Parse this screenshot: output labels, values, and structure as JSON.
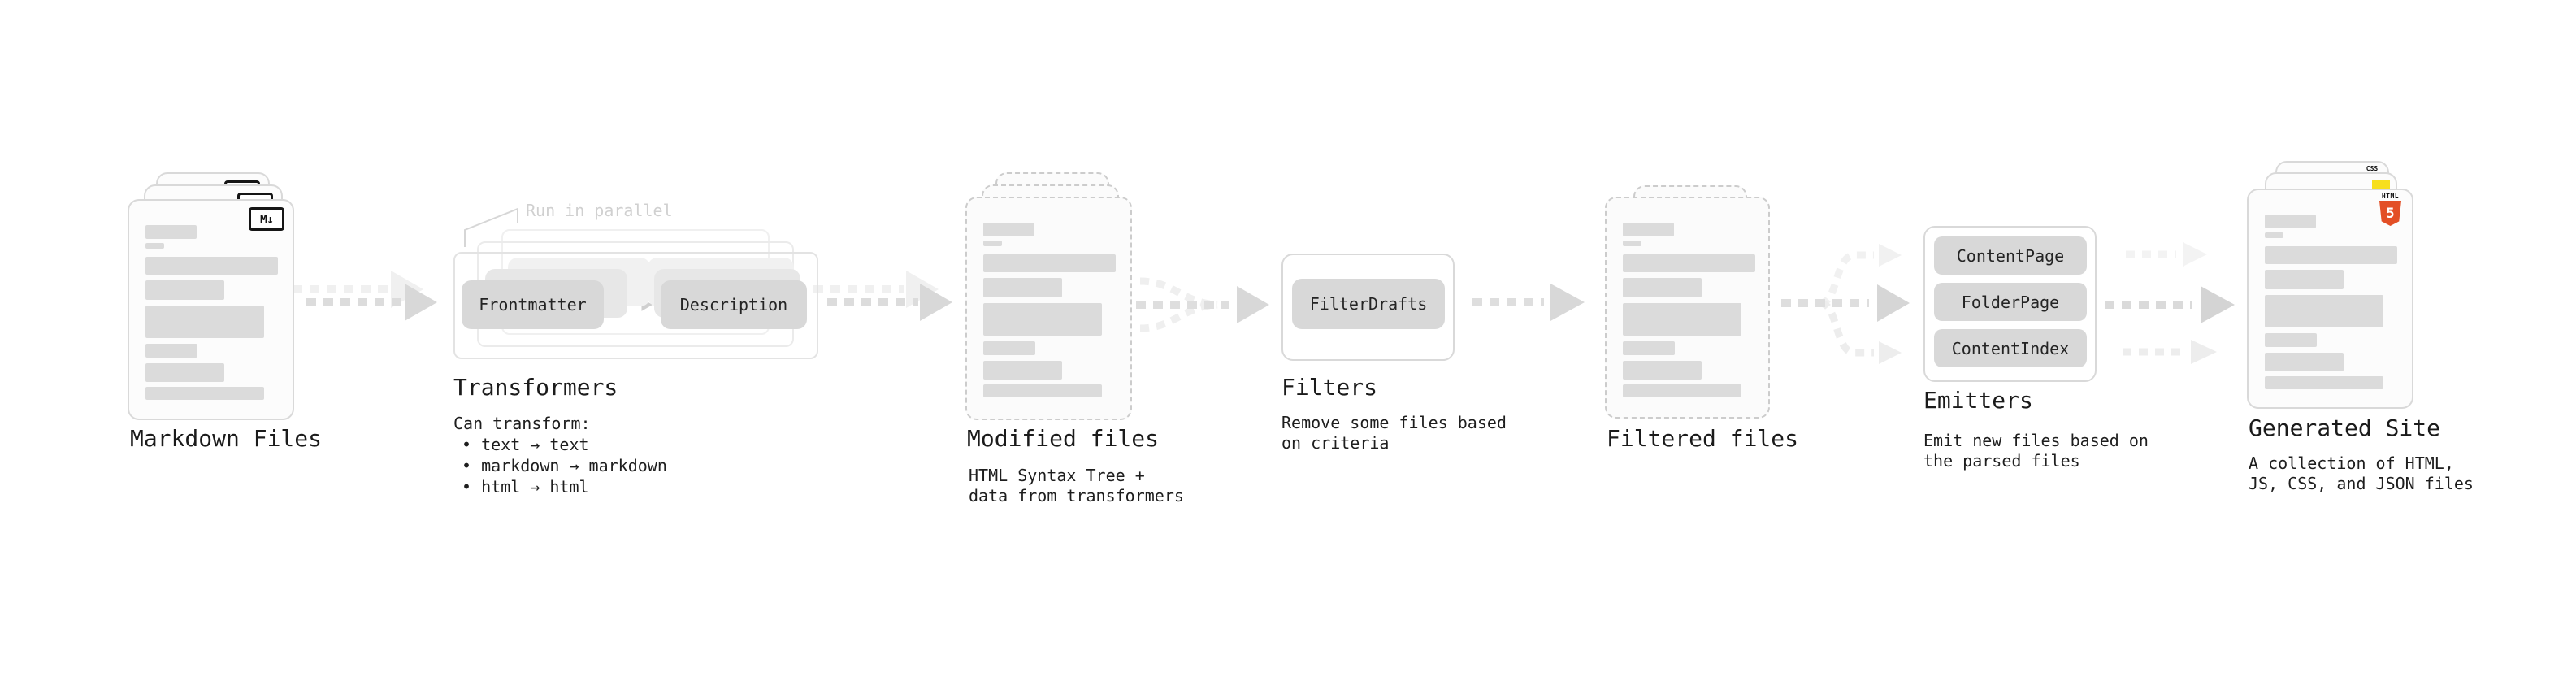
{
  "sections": {
    "markdown": {
      "title": "Markdown Files",
      "badge": "M↓"
    },
    "transformers": {
      "title": "Transformers",
      "annotation": "Run in parallel",
      "pill_left": "Frontmatter",
      "pill_right": "Description",
      "can_transform": "Can transform:",
      "bullets": [
        "• text → text",
        "• markdown → markdown",
        "• html → html"
      ]
    },
    "modified": {
      "title": "Modified files",
      "subtitle": "HTML Syntax Tree +\ndata from transformers"
    },
    "filters": {
      "title": "Filters",
      "pill": "FilterDrafts",
      "subtitle": "Remove some files based\non criteria"
    },
    "filtered": {
      "title": "Filtered files"
    },
    "emitters": {
      "title": "Emitters",
      "pills": [
        "ContentPage",
        "FolderPage",
        "ContentIndex"
      ],
      "subtitle": "Emit new files based on\nthe parsed files"
    },
    "generated": {
      "title": "Generated Site",
      "subtitle": "A collection of HTML,\nJS, CSS, and JSON files",
      "badges": {
        "html_label": "HTML",
        "html_number": "5",
        "css_label": "CSS"
      }
    }
  },
  "colors": {
    "background": "#ffffff",
    "card_border": "#d9d9d9",
    "bar_gray": "#dbdbdb",
    "pill_gray": "#d8d8d8",
    "arrow_gray": "#dcdcdc",
    "faint_arrow_gray": "#f0f0f0",
    "text": "#1b1b1b",
    "annotation_gray": "#d0d0d0",
    "html5_orange": "#e34f26",
    "js_yellow": "#f7df1e",
    "css_blue": "#2965f1",
    "badge_black": "#151515"
  }
}
